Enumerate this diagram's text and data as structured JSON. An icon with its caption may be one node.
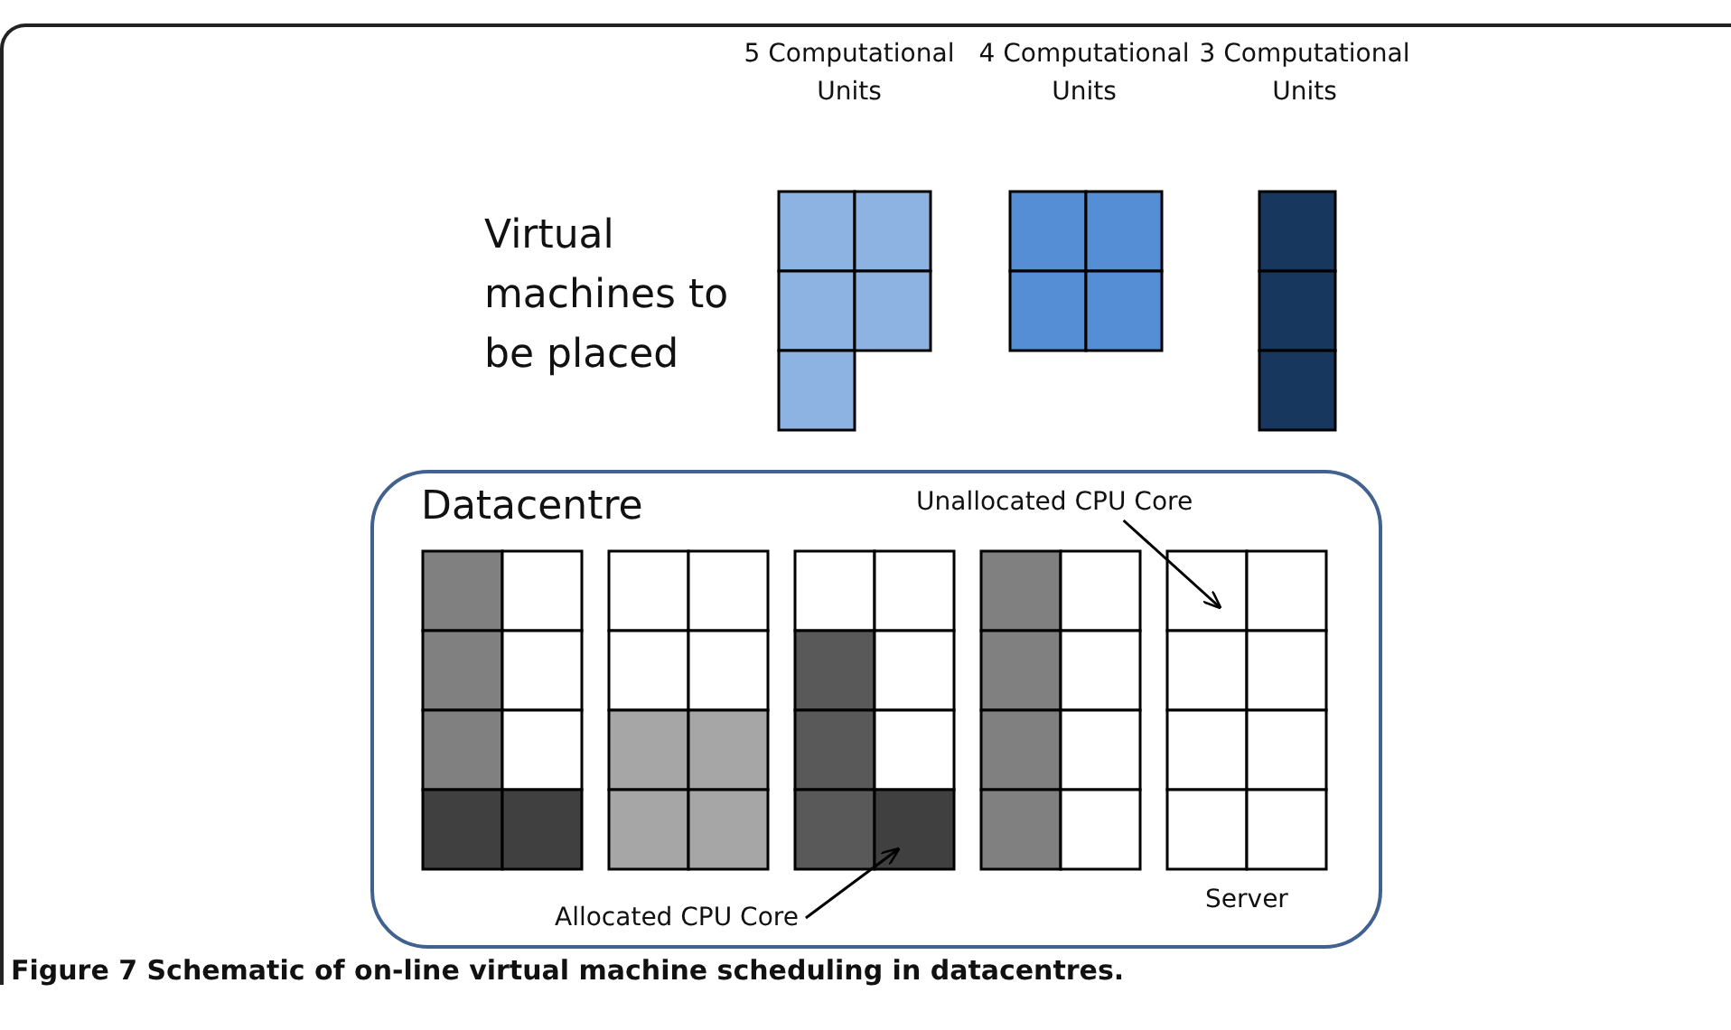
{
  "diagram": {
    "caption": "Figure 7 Schematic of on-line virtual machine scheduling in datacentres.",
    "nodes": [
      {
        "text": [
          "Datacentre"
        ]
      },
      {
        "text": [
          "Unallocated CPU Core"
        ],
        "in": 0
      },
      {
        "text": [
          "Allocated CPU Core"
        ],
        "in": 0
      }
    ],
    "edges": [
      {
        "from": 1,
        "to": null,
        "arrow": "to"
      },
      {
        "from": 2,
        "to": null,
        "arrow": "to"
      }
    ],
    "labels": [
      "5 Computational Units",
      "4 Computational Units",
      "3 Computational Units",
      "Virtual machines to be placed",
      "Server"
    ]
  }
}
